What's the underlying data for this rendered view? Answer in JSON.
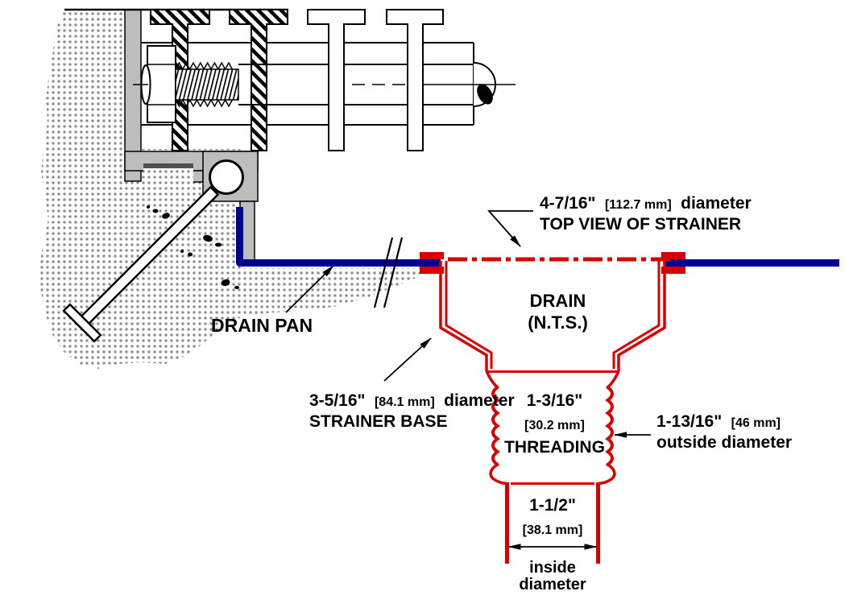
{
  "diagram": {
    "colors": {
      "drain_red": "#d90000",
      "pan_blue": "#000090",
      "metal_gray": "#bdbdbd",
      "line_black": "#000000"
    },
    "labels": {
      "top_strainer": {
        "dim_in": "4-7/16\"",
        "dim_mm": "[112.7 mm]",
        "dim_suffix": "diameter",
        "line2": "TOP VIEW OF STRAINER"
      },
      "drain": {
        "line1": "DRAIN",
        "line2": "(N.T.S.)"
      },
      "drain_pan": "DRAIN PAN",
      "strainer_base": {
        "dim_in": "3-5/16\"",
        "dim_mm": "[84.1 mm]",
        "dim_suffix": "diameter",
        "line2": "STRAINER BASE"
      },
      "threading": {
        "dim_in": "1-3/16\"",
        "dim_mm": "[30.2 mm]",
        "line3": "THREADING"
      },
      "outside_diameter": {
        "dim_in": "1-13/16\"",
        "dim_mm": "[46 mm]",
        "line2": "outside diameter"
      },
      "inside_diameter": {
        "dim_in": "1-1/2\"",
        "dim_mm": "[38.1 mm]",
        "line2": "inside",
        "line3": "diameter"
      }
    }
  }
}
